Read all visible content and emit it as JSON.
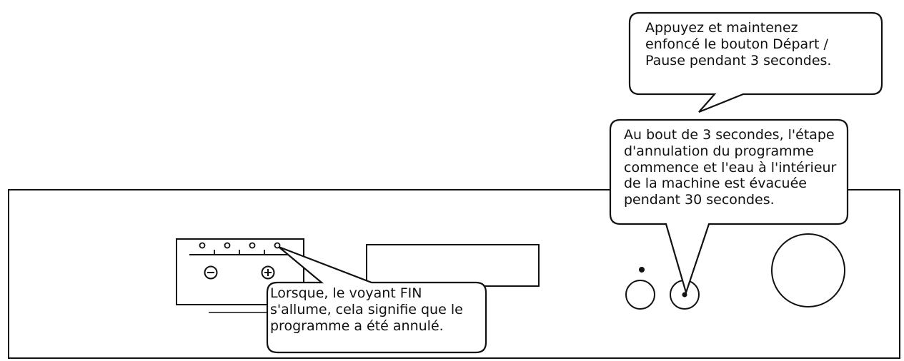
{
  "callouts": {
    "hold_button": {
      "lines": [
        "Appuyez et maintenez",
        "enfoncé le bouton Départ /",
        "Pause pendant 3 secondes."
      ]
    },
    "cancel_stage": {
      "lines": [
        "Au bout de 3 secondes, l'étape",
        "d'annulation du programme",
        "commence et l'eau à l'intérieur",
        "de la machine est évacuée",
        "pendant 30 secondes."
      ]
    },
    "end_light": {
      "lines": [
        "Lorsque, le voyant FIN",
        "s'allume, cela signifie que le",
        "programme a été annulé."
      ]
    }
  },
  "panel": {
    "minus_symbol": "⊖",
    "plus_symbol": "⊕"
  },
  "colors": {
    "stroke": "#111111",
    "background": "#ffffff"
  }
}
